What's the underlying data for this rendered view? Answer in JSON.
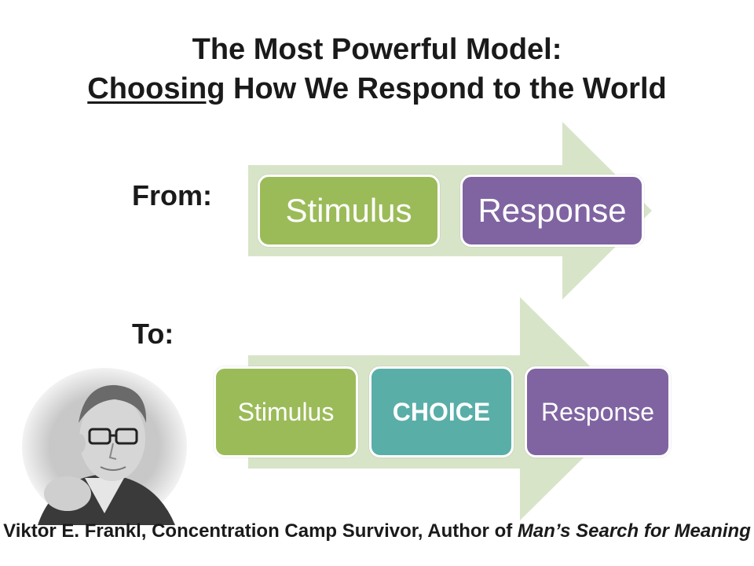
{
  "title": {
    "line1": "The Most Powerful Model:",
    "line2_underlined": "Choosing",
    "line2_rest": " How We Respond to the World"
  },
  "from_row": {
    "label": "From:",
    "boxes": [
      {
        "label": "Stimulus",
        "color": "#9bbb59"
      },
      {
        "label": "Response",
        "color": "#8064a2"
      }
    ]
  },
  "to_row": {
    "label": "To:",
    "boxes": [
      {
        "label": "Stimulus",
        "color": "#9bbb59"
      },
      {
        "label": "CHOICE",
        "color": "#4bacc6"
      },
      {
        "label": "Response",
        "color": "#8064a2"
      }
    ]
  },
  "colors": {
    "arrow": "#d8e4c8",
    "stimulus": "#9bbb59",
    "choice": "#5aaea8",
    "response": "#8064a2"
  },
  "caption": {
    "text": "Viktor E. Frankl, Concentration Camp Survivor, Author of ",
    "book": "Man’s Search for Meaning"
  },
  "photo_icon": "portrait-photo"
}
